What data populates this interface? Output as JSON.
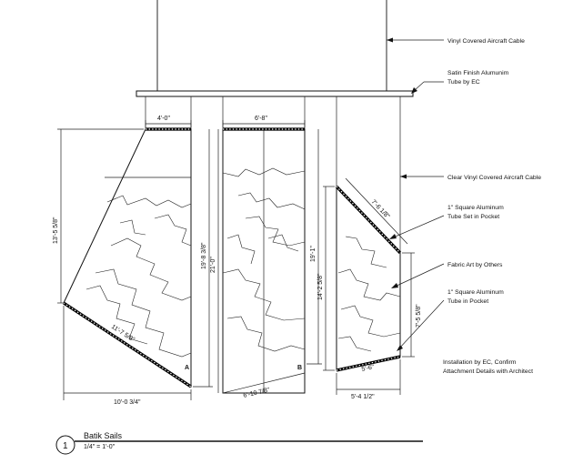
{
  "notes": {
    "cable_top": "Vinyl Covered Aircraft Cable",
    "tube_top_line1": "Satin Finish Alumunim",
    "tube_top_line2": "Tube by EC",
    "cable_clear": "Clear Vinyl Covered Aircraft Cable",
    "tube_pocket_set_line1": "1\" Square Aluminum",
    "tube_pocket_set_line2": "Tube Set in Pocket",
    "fabric": "Fabric Art by Others",
    "tube_pocket_line1": "1\" Square Aluminum",
    "tube_pocket_line2": "Tube in Pocket",
    "install_line1": "Installation by EC, Confirm",
    "install_line2": "Attachment Details with Architect"
  },
  "dimensions": {
    "a_top": "4'-0\"",
    "b_top": "6'-8\"",
    "a_left": "13'-5 5/8\"",
    "a_right": "19'-8 3/8\"",
    "b_left": "21'-0\"",
    "b_right": "19'-1\"",
    "c_left": "14'-2 5/8\"",
    "c_top_diag": "7'-6 1/8\"",
    "c_right": "7'-5 5/8\"",
    "a_bottom_diag": "11'-7 5/8\"",
    "a_bottom": "10'-0 3/4\"",
    "b_bottom": "6'-10 7/8\"",
    "c_bottom_diag": "5'-6\"",
    "c_bottom": "5'-4 1/2\""
  },
  "tags": {
    "a": "A",
    "b": "B"
  },
  "title": {
    "number": "1",
    "name": "Batik Sails",
    "scale": "1/4\" = 1'-0\""
  }
}
